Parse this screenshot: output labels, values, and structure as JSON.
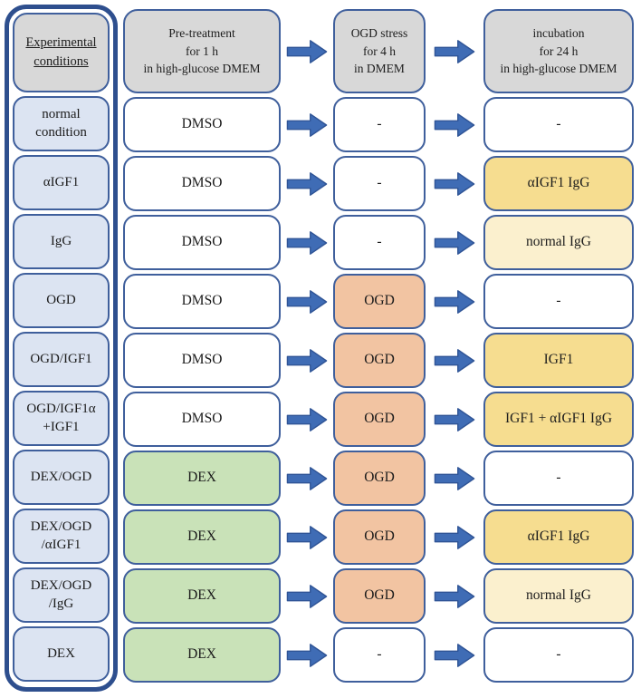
{
  "palette": {
    "header_bg": "#d8d8d8",
    "condition_bg": "#dce4f2",
    "white": "#ffffff",
    "orange": "#f2c4a2",
    "green": "#c9e2b8",
    "yellow": "#f6dd90",
    "cream": "#fbf0ce",
    "box_border": "#3f5f9c",
    "outer_border": "#2e4f8e",
    "arrow_fill": "#3f6cb5",
    "arrow_stroke": "#2f5496"
  },
  "headers": {
    "conditions": "Experimental\nconditions",
    "pretreatment": "Pre-treatment\nfor 1 h\nin high-glucose DMEM",
    "ogd": "OGD stress\nfor 4 h\nin DMEM",
    "incubation": "incubation\nfor 24 h\nin high-glucose DMEM"
  },
  "rows": [
    {
      "condition": "normal\ncondition",
      "pretreatment": {
        "label": "DMSO",
        "color": "white"
      },
      "ogd": {
        "label": "-",
        "color": "white"
      },
      "incubation": {
        "label": "-",
        "color": "white"
      }
    },
    {
      "condition": "αIGF1",
      "pretreatment": {
        "label": "DMSO",
        "color": "white"
      },
      "ogd": {
        "label": "-",
        "color": "white"
      },
      "incubation": {
        "label": "αIGF1 IgG",
        "color": "yellow"
      }
    },
    {
      "condition": "IgG",
      "pretreatment": {
        "label": "DMSO",
        "color": "white"
      },
      "ogd": {
        "label": "-",
        "color": "white"
      },
      "incubation": {
        "label": "normal IgG",
        "color": "cream"
      }
    },
    {
      "condition": "OGD",
      "pretreatment": {
        "label": "DMSO",
        "color": "white"
      },
      "ogd": {
        "label": "OGD",
        "color": "orange"
      },
      "incubation": {
        "label": "-",
        "color": "white"
      }
    },
    {
      "condition": "OGD/IGF1",
      "pretreatment": {
        "label": "DMSO",
        "color": "white"
      },
      "ogd": {
        "label": "OGD",
        "color": "orange"
      },
      "incubation": {
        "label": "IGF1",
        "color": "yellow"
      }
    },
    {
      "condition": "OGD/IGF1α\n+IGF1",
      "pretreatment": {
        "label": "DMSO",
        "color": "white"
      },
      "ogd": {
        "label": "OGD",
        "color": "orange"
      },
      "incubation": {
        "label": "IGF1 + αIGF1 IgG",
        "color": "yellow"
      }
    },
    {
      "condition": "DEX/OGD",
      "pretreatment": {
        "label": "DEX",
        "color": "green"
      },
      "ogd": {
        "label": "OGD",
        "color": "orange"
      },
      "incubation": {
        "label": "-",
        "color": "white"
      }
    },
    {
      "condition": "DEX/OGD\n/αIGF1",
      "pretreatment": {
        "label": "DEX",
        "color": "green"
      },
      "ogd": {
        "label": "OGD",
        "color": "orange"
      },
      "incubation": {
        "label": "αIGF1 IgG",
        "color": "yellow"
      }
    },
    {
      "condition": "DEX/OGD\n/IgG",
      "pretreatment": {
        "label": "DEX",
        "color": "green"
      },
      "ogd": {
        "label": "OGD",
        "color": "orange"
      },
      "incubation": {
        "label": "normal IgG",
        "color": "cream"
      }
    },
    {
      "condition": "DEX",
      "pretreatment": {
        "label": "DEX",
        "color": "green"
      },
      "ogd": {
        "label": "-",
        "color": "white"
      },
      "incubation": {
        "label": "-",
        "color": "white"
      }
    }
  ]
}
